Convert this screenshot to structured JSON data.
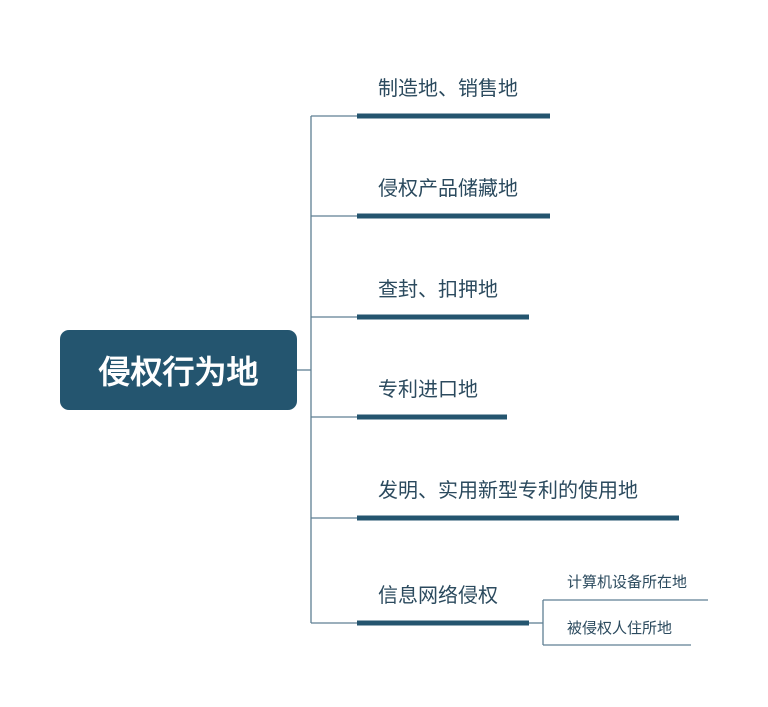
{
  "root": {
    "label": "侵权行为地"
  },
  "branches": [
    {
      "label": "制造地、销售地"
    },
    {
      "label": "侵权产品储藏地"
    },
    {
      "label": "查封、扣押地"
    },
    {
      "label": "专利进口地"
    },
    {
      "label": "发明、实用新型专利的使用地"
    },
    {
      "label": "信息网络侵权",
      "children": [
        {
          "label": "计算机设备所在地"
        },
        {
          "label": "被侵权人住所地"
        }
      ]
    }
  ],
  "colors": {
    "node": "#24556f",
    "line": "#5f7f93",
    "text": "#2b4a5e"
  }
}
